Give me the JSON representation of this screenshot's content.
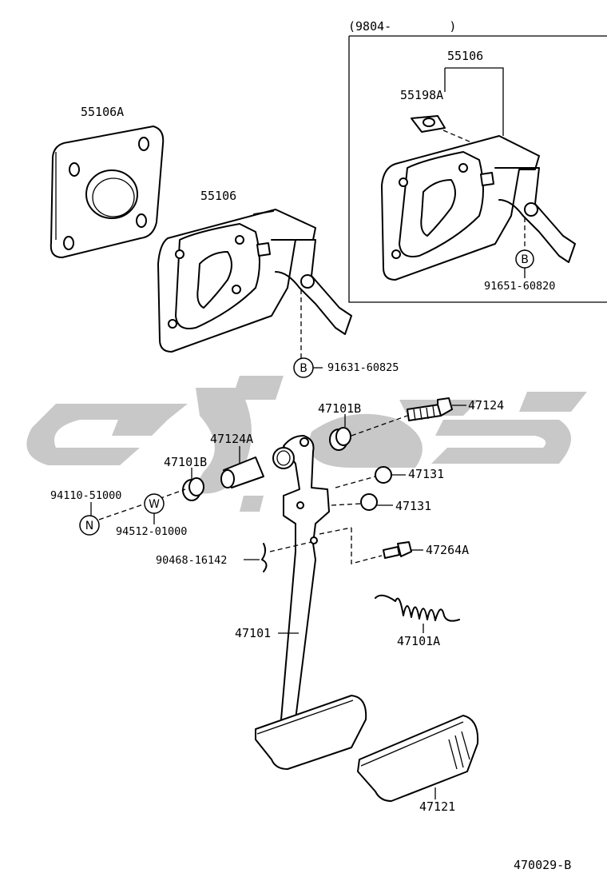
{
  "diagram": {
    "drawing_number": "470029-B",
    "inset_label": "(9804-        )",
    "colors": {
      "line": "#000000",
      "watermark": "#c8c8c8",
      "background": "#ffffff"
    },
    "parts": {
      "p55106A": "55106A",
      "p55106_main": "55106",
      "p55106_inset": "55106",
      "p55198A": "55198A",
      "p91651": "91651-60820",
      "p91631": "91631-60825",
      "p47101B_top": "47101B",
      "p47124": "47124",
      "p47124A": "47124A",
      "p47101B_left": "47101B",
      "p47131_a": "47131",
      "p47131_b": "47131",
      "p94110": "94110-51000",
      "p94512": "94512-01000",
      "p47264A": "47264A",
      "p90468": "90468-16142",
      "p47101": "47101",
      "p47101A": "47101A",
      "p47121": "47121"
    },
    "markers": {
      "b_inset": "B",
      "b_main": "B",
      "n": "N",
      "w": "W"
    }
  }
}
